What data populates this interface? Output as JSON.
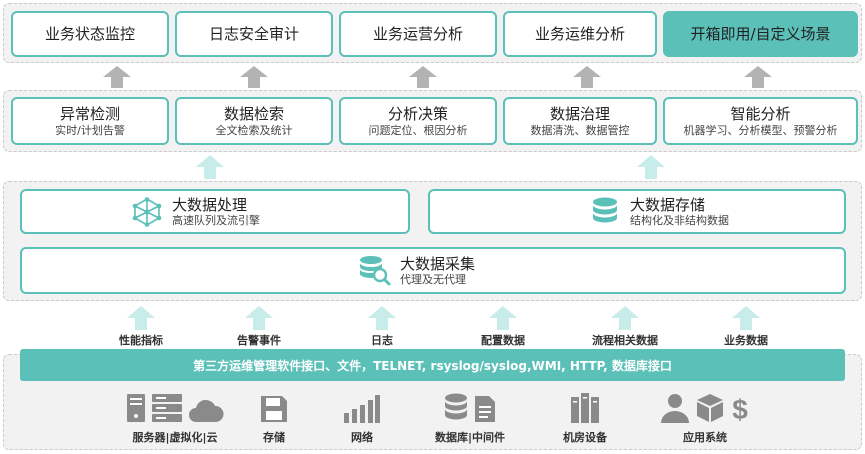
{
  "top_row": [
    {
      "label": "业务状态监控"
    },
    {
      "label": "日志安全审计"
    },
    {
      "label": "业务运营分析"
    },
    {
      "label": "业务运维分析"
    },
    {
      "label": "开箱即用/自定义场景"
    }
  ],
  "analysis_row": [
    {
      "title": "异常检测",
      "subtitle": "实时/计划告警"
    },
    {
      "title": "数据检索",
      "subtitle": "全文检索及统计"
    },
    {
      "title": "分析决策",
      "subtitle": "问题定位、根因分析"
    },
    {
      "title": "数据治理",
      "subtitle": "数据清洗、数据管控"
    },
    {
      "title": "智能分析",
      "subtitle": "机器学习、分析模型、预警分析"
    }
  ],
  "processing": {
    "title": "大数据处理",
    "subtitle": "高速队列及流引擎",
    "icon": "network-icon"
  },
  "storage": {
    "title": "大数据存储",
    "subtitle": "结构化及非结构数据",
    "icon": "database-icon"
  },
  "collection": {
    "title": "大数据采集",
    "subtitle": "代理及无代理",
    "icon": "data-search-icon"
  },
  "sources": [
    {
      "label": "性能指标"
    },
    {
      "label": "告警事件"
    },
    {
      "label": "日志"
    },
    {
      "label": "配置数据"
    },
    {
      "label": "流程相关数据"
    },
    {
      "label": "业务数据"
    }
  ],
  "interface_bar": {
    "text": "第三方运维管理软件接口、文件，TELNET, rsyslog/syslog,WMI, HTTP, 数据库接口"
  },
  "resources": [
    {
      "label": "服务器|虚拟化|云"
    },
    {
      "label": "存储"
    },
    {
      "label": "网络"
    },
    {
      "label": "数据库|中间件"
    },
    {
      "label": "机房设备"
    },
    {
      "label": "应用系统"
    }
  ],
  "colors": {
    "accent": "#5bc0b8",
    "arrow_gray": "#b3b3b3",
    "arrow_light": "#c8ece9",
    "icon_gray": "#8a8a8a"
  }
}
